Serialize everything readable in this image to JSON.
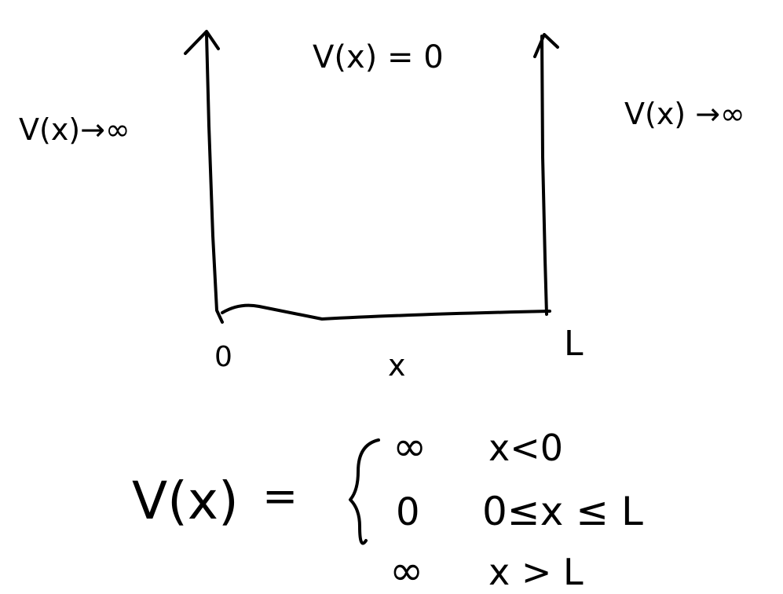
{
  "diagram": {
    "labels": {
      "inside_potential": "V(x) = 0",
      "left_potential": "V(x)→∞",
      "right_potential": "V(x) →∞",
      "origin_tick": "0",
      "axis_variable": "x",
      "right_wall_tick": "L"
    },
    "equation": {
      "lhs": "V(x)",
      "equals": "=",
      "cases": [
        {
          "value": "∞",
          "condition": "x<0"
        },
        {
          "value": "0",
          "condition": "0≤x ≤ L"
        },
        {
          "value": "∞",
          "condition": "x > L"
        }
      ]
    }
  }
}
